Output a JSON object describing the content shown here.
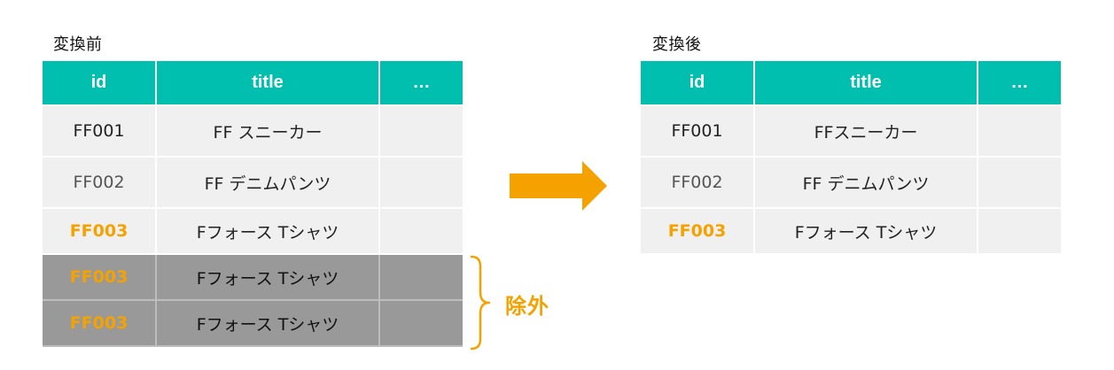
{
  "before": {
    "caption": "変換前",
    "headers": [
      "id",
      "title",
      "…"
    ],
    "rows": [
      {
        "id": "FF001",
        "title": "FF スニーカー",
        "extra": ""
      },
      {
        "id": "FF002",
        "title": "FF デニムパンツ",
        "extra": ""
      },
      {
        "id": "FF003",
        "title": "Fフォース Tシャツ",
        "extra": ""
      },
      {
        "id": "FF003",
        "title": "Fフォース Tシャツ",
        "extra": ""
      },
      {
        "id": "FF003",
        "title": "Fフォース Tシャツ",
        "extra": ""
      }
    ]
  },
  "after": {
    "caption": "変換後",
    "headers": [
      "id",
      "title",
      "…"
    ],
    "rows": [
      {
        "id": "FF001",
        "title": "FFスニーカー",
        "extra": ""
      },
      {
        "id": "FF002",
        "title": "FF デニムパンツ",
        "extra": ""
      },
      {
        "id": "FF003",
        "title": "Fフォース Tシャツ",
        "extra": ""
      }
    ]
  },
  "excluded_label": "除外",
  "colors": {
    "header": "#00bfae",
    "highlight": "#f5a200",
    "row": "#f0f0f0",
    "excluded_row": "#999999",
    "arrow": "#f5a200"
  },
  "icons": {
    "arrow": "right-arrow-icon",
    "brace": "right-curly-brace-icon"
  }
}
